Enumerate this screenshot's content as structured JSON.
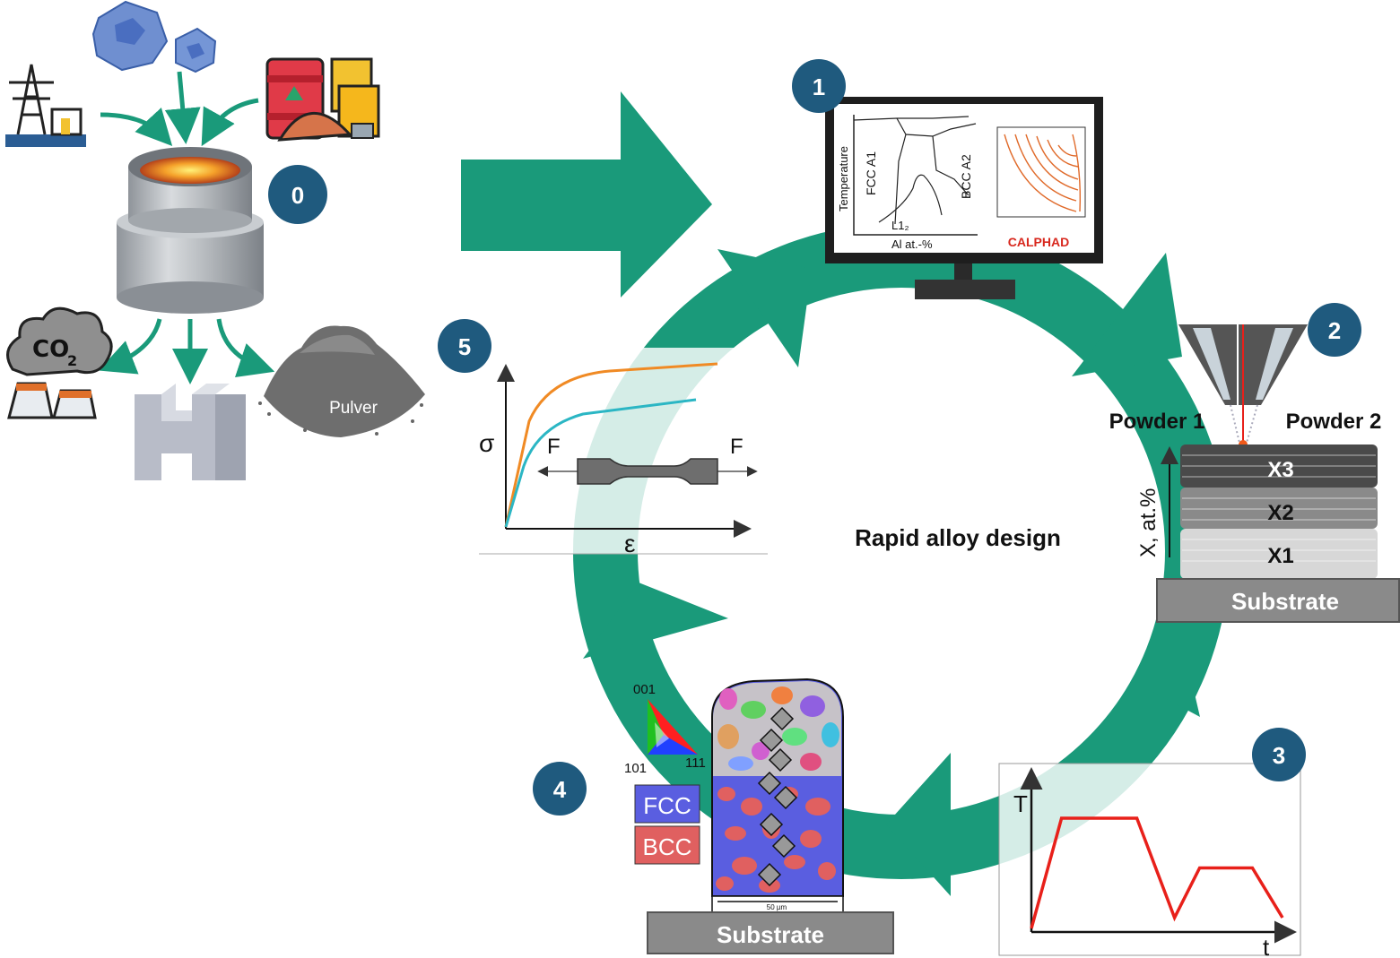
{
  "center_label": "Rapid alloy design",
  "colors": {
    "cycle_green": "#1a9a7a",
    "badge_blue": "#1f5a7e",
    "curve_orange": "#f08a24",
    "curve_cyan": "#2bb6c4",
    "heat_red": "#e8201a",
    "fcc_blue": "#5a5ee0",
    "bcc_red": "#e06060",
    "calphad_red": "#d8281e"
  },
  "step0": {
    "badge": "0",
    "inputs": [
      "power-plant-icon",
      "ore-icon",
      "recycled-materials-icon"
    ],
    "outputs": [
      "co2-emission-icon",
      "steel-profile-icon",
      "powder-pile-icon"
    ],
    "co2_label": "CO",
    "co2_sub": "2",
    "pulver_label": "Pulver"
  },
  "step1": {
    "badge": "1",
    "y_label": "Temperature",
    "x_label": "Al at.-%",
    "fcc_label": "FCC A1",
    "bcc_label": "BCC A2",
    "l1_label": "L1₂",
    "calphad_label": "CALPHAD"
  },
  "step2": {
    "badge": "2",
    "powder1": "Powder 1",
    "powder2": "Powder 2",
    "axis_label": "X, at.%",
    "layers": [
      "X3",
      "X2",
      "X1"
    ],
    "substrate": "Substrate"
  },
  "step3": {
    "badge": "3",
    "y_label": "T",
    "x_label": "t",
    "profile": [
      [
        0,
        0.0
      ],
      [
        0.12,
        0.82
      ],
      [
        0.42,
        0.82
      ],
      [
        0.57,
        0.08
      ],
      [
        0.67,
        0.45
      ],
      [
        0.88,
        0.45
      ],
      [
        1.0,
        0.08
      ]
    ]
  },
  "step4": {
    "badge": "4",
    "ipf_top": "001",
    "ipf_left": "101",
    "ipf_right": "111",
    "fcc": "FCC",
    "bcc": "BCC",
    "scale_bar": "50 µm",
    "substrate": "Substrate"
  },
  "step5": {
    "badge": "5",
    "y_label": "σ",
    "x_label": "ε",
    "force_left": "F",
    "force_right": "F"
  }
}
